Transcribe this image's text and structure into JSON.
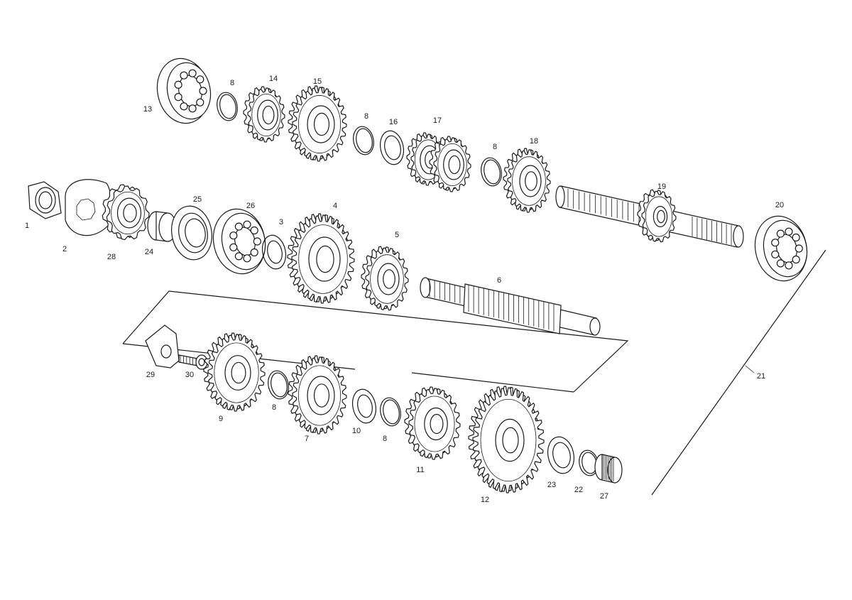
{
  "diagram": {
    "labels": {
      "p1": "1",
      "p2": "2",
      "p3": "3",
      "p4": "4",
      "p5": "5",
      "p6": "6",
      "p7": "7",
      "p8a": "8",
      "p8b": "8",
      "p8c": "8",
      "p8d": "8",
      "p8e": "8",
      "p9": "9",
      "p10": "10",
      "p11": "11",
      "p12": "12",
      "p13": "13",
      "p14": "14",
      "p15": "15",
      "p16": "16",
      "p17": "17",
      "p18": "18",
      "p19": "19",
      "p20": "20",
      "p21": "21",
      "p22": "22",
      "p23": "23",
      "p24": "24",
      "p25": "25",
      "p26": "26",
      "p27": "27",
      "p28": "28",
      "p29": "29",
      "p30": "30"
    }
  }
}
